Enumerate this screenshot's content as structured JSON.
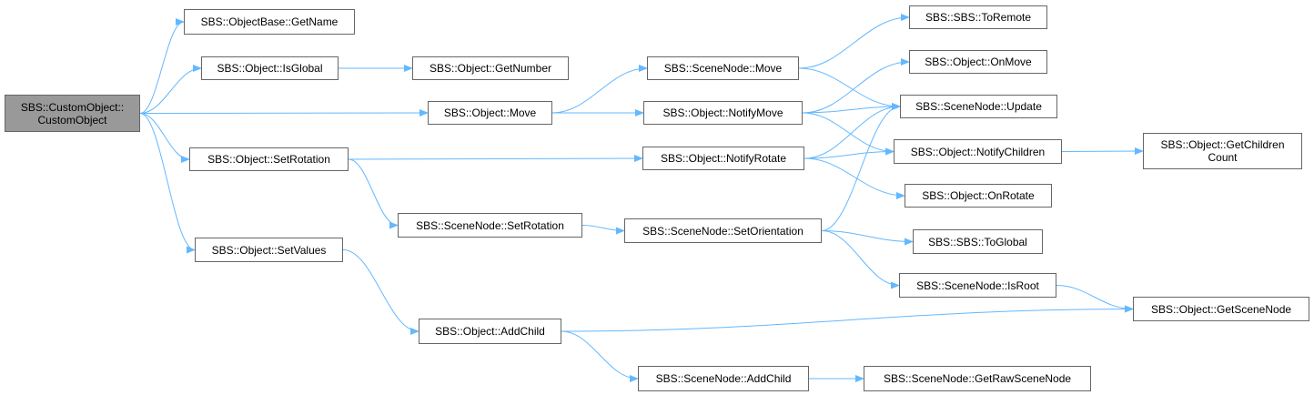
{
  "colors": {
    "edge": "#63b8ff",
    "node_border": "#666666",
    "root_fill": "#999999",
    "node_fill": "#ffffff"
  },
  "nodes": {
    "custom_object": {
      "line1": "SBS::CustomObject::",
      "line2": "CustomObject"
    },
    "object_base_get_name": {
      "label": "SBS::ObjectBase::GetName"
    },
    "object_is_global": {
      "label": "SBS::Object::IsGlobal"
    },
    "object_get_number": {
      "label": "SBS::Object::GetNumber"
    },
    "object_move": {
      "label": "SBS::Object::Move"
    },
    "scene_node_move": {
      "label": "SBS::SceneNode::Move"
    },
    "object_notify_move": {
      "label": "SBS::Object::NotifyMove"
    },
    "sbs_to_remote": {
      "label": "SBS::SBS::ToRemote"
    },
    "object_on_move": {
      "label": "SBS::Object::OnMove"
    },
    "scene_node_update": {
      "label": "SBS::SceneNode::Update"
    },
    "object_set_rotation": {
      "label": "SBS::Object::SetRotation"
    },
    "object_notify_rotate": {
      "label": "SBS::Object::NotifyRotate"
    },
    "object_notify_children": {
      "label": "SBS::Object::NotifyChildren"
    },
    "object_get_children_count": {
      "line1": "SBS::Object::GetChildren",
      "line2": "Count"
    },
    "object_on_rotate": {
      "label": "SBS::Object::OnRotate"
    },
    "scene_node_set_rotation": {
      "label": "SBS::SceneNode::SetRotation"
    },
    "scene_node_set_orientation": {
      "label": "SBS::SceneNode::SetOrientation"
    },
    "sbs_to_global": {
      "label": "SBS::SBS::ToGlobal"
    },
    "object_set_values": {
      "label": "SBS::Object::SetValues"
    },
    "scene_node_is_root": {
      "label": "SBS::SceneNode::IsRoot"
    },
    "object_get_scene_node": {
      "label": "SBS::Object::GetSceneNode"
    },
    "object_add_child": {
      "label": "SBS::Object::AddChild"
    },
    "scene_node_add_child": {
      "label": "SBS::SceneNode::AddChild"
    },
    "scene_node_get_raw_scene_node": {
      "label": "SBS::SceneNode::GetRawSceneNode"
    }
  },
  "edges": [
    [
      "custom_object",
      "object_base_get_name"
    ],
    [
      "custom_object",
      "object_is_global"
    ],
    [
      "custom_object",
      "object_move"
    ],
    [
      "custom_object",
      "object_set_rotation"
    ],
    [
      "custom_object",
      "object_set_values"
    ],
    [
      "object_is_global",
      "object_get_number"
    ],
    [
      "object_move",
      "scene_node_move"
    ],
    [
      "object_move",
      "object_notify_move"
    ],
    [
      "scene_node_move",
      "sbs_to_remote"
    ],
    [
      "scene_node_move",
      "scene_node_update"
    ],
    [
      "object_notify_move",
      "object_on_move"
    ],
    [
      "object_notify_move",
      "scene_node_update"
    ],
    [
      "object_notify_move",
      "object_notify_children"
    ],
    [
      "object_set_rotation",
      "object_notify_rotate"
    ],
    [
      "object_set_rotation",
      "scene_node_set_rotation"
    ],
    [
      "object_notify_rotate",
      "scene_node_update"
    ],
    [
      "object_notify_rotate",
      "object_notify_children"
    ],
    [
      "object_notify_rotate",
      "object_on_rotate"
    ],
    [
      "object_notify_children",
      "object_get_children_count"
    ],
    [
      "scene_node_set_rotation",
      "scene_node_set_orientation"
    ],
    [
      "scene_node_set_orientation",
      "scene_node_update"
    ],
    [
      "scene_node_set_orientation",
      "sbs_to_global"
    ],
    [
      "scene_node_set_orientation",
      "scene_node_is_root"
    ],
    [
      "scene_node_is_root",
      "object_get_scene_node"
    ],
    [
      "object_set_values",
      "object_add_child"
    ],
    [
      "object_add_child",
      "object_get_scene_node"
    ],
    [
      "object_add_child",
      "scene_node_add_child"
    ],
    [
      "scene_node_add_child",
      "scene_node_get_raw_scene_node"
    ]
  ]
}
